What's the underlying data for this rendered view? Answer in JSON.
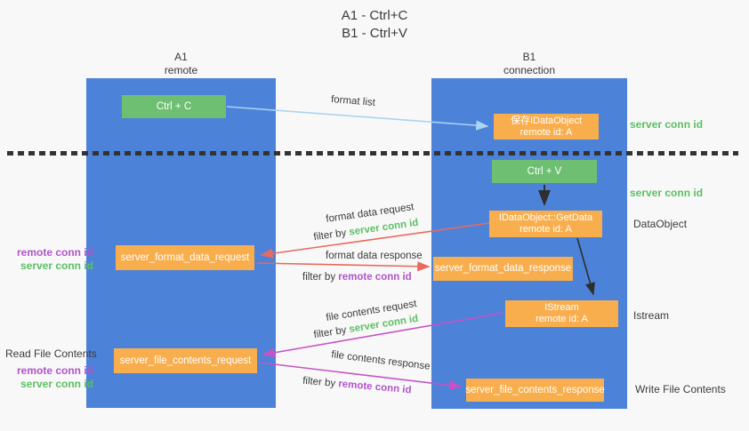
{
  "title": {
    "line1": "A1 - Ctrl+C",
    "line2": "B1 - Ctrl+V"
  },
  "lanes": {
    "left": {
      "name": "A1",
      "sub": "remote"
    },
    "right": {
      "name": "B1",
      "sub": "connection"
    }
  },
  "boxes": {
    "ctrl_c": "Ctrl + C",
    "ctrl_v": "Ctrl + V",
    "save_dataobject": {
      "line1": "保存IDataObject",
      "line2": "remote id: A"
    },
    "getdata": {
      "line1": "IDataObject::GetData",
      "line2": "remote id: A"
    },
    "istream": {
      "line1": "IStream",
      "line2": "remote id: A"
    },
    "format_request": "server_format_data_request",
    "format_response": "server_format_data_response",
    "file_request": "server_file_contents_request",
    "file_response": "server_file_contents_response"
  },
  "arrow_labels": {
    "format_list": "format list",
    "format_data_request": "format data request",
    "format_data_response": "format data response",
    "file_contents_request": "file contents request",
    "file_contents_response": "file contents response",
    "filter_prefix": "filter by ",
    "server_conn_id": "server conn id",
    "remote_conn_id": "remote conn id"
  },
  "side_labels": {
    "server_conn_id": "server conn id",
    "remote_conn_id": "remote conn id",
    "dataobject": "DataObject",
    "istream": "Istream",
    "read_file_contents": "Read File Contents",
    "write_file_contents": "Write File Contents"
  },
  "colors": {
    "lane_blue": "#4d82d9",
    "box_green": "#6fbf73",
    "box_orange": "#f9ae4d",
    "label_green": "#5cbf63",
    "label_purple": "#b154cb",
    "arrow_salmon": "#e8695f",
    "arrow_magenta": "#c653c6",
    "arrow_lightblue": "#a9d4f2",
    "arrow_black": "#2e2e2e",
    "background": "#f8f8f8"
  }
}
